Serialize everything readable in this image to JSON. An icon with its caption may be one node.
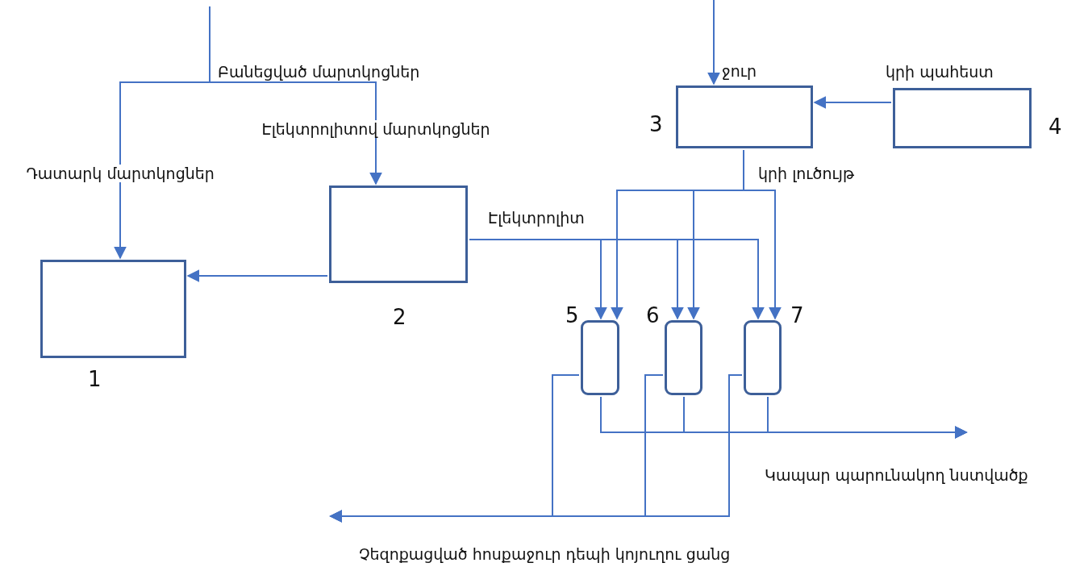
{
  "diagram": {
    "nodes": [
      {
        "text": [],
        "shape": "box",
        "beside": [
          "1"
        ]
      },
      {
        "text": [],
        "shape": "box",
        "beside": [
          "2"
        ]
      },
      {
        "text": [],
        "shape": "box",
        "beside": [
          "3"
        ]
      },
      {
        "text": [
          "կրի պահեստ"
        ],
        "beside": [
          "4"
        ]
      },
      {
        "text": [],
        "shape": "box",
        "beside": [
          "5"
        ]
      },
      {
        "text": [],
        "shape": "box",
        "beside": [
          "6"
        ]
      },
      {
        "text": [],
        "shape": "box",
        "beside": [
          "7"
        ]
      }
    ],
    "edges": [
      {
        "from": null,
        "to": 0,
        "arrow": "to",
        "label": "Դատարկ մարտկոցներ"
      },
      {
        "from": null,
        "to": 1,
        "arrow": "to",
        "label": "Էլեկտրոլիտով մարտկոցներ"
      },
      {
        "from": 1,
        "to": 0,
        "arrow": "to"
      },
      {
        "from": null,
        "to": 2,
        "arrow": "to",
        "label": "ջուր"
      },
      {
        "from": 3,
        "to": 2,
        "arrow": "to"
      },
      {
        "from": 2,
        "to": 4,
        "arrow": "to"
      },
      {
        "from": 2,
        "to": 5,
        "arrow": "to"
      },
      {
        "from": 2,
        "to": 6,
        "arrow": "to"
      },
      {
        "from": 1,
        "to": 4,
        "arrow": "to"
      },
      {
        "from": 1,
        "to": 5,
        "arrow": "to"
      },
      {
        "from": 1,
        "to": 6,
        "arrow": "to"
      },
      {
        "from": 4,
        "to": null,
        "arrow": "to"
      },
      {
        "from": 5,
        "to": null,
        "arrow": "to"
      },
      {
        "from": 6,
        "to": null,
        "arrow": "to"
      },
      {
        "from": 4,
        "to": null,
        "arrow": "to"
      },
      {
        "from": 5,
        "to": null,
        "arrow": "to"
      },
      {
        "from": 6,
        "to": null,
        "arrow": "to"
      }
    ],
    "labels": [
      "Բանեցված մարտկոցներ",
      "կրի լուծույթ",
      "Էլեկտրոլիտ",
      "Կապար պարունակող նստվածք",
      "Չեզոքացված հոսքաջուր դեպի կոյուղու ցանց"
    ]
  }
}
